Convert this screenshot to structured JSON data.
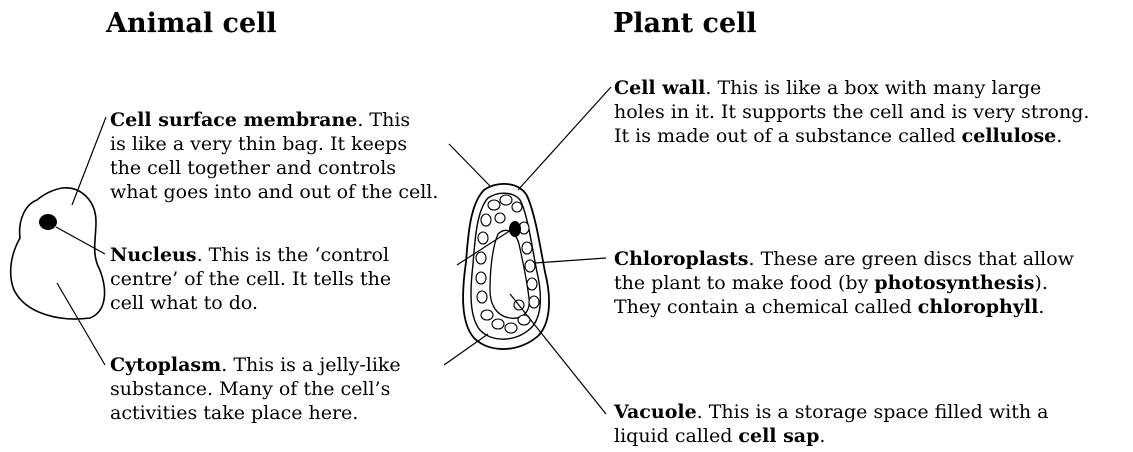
{
  "headings": {
    "animal": "Animal cell",
    "plant": "Plant cell"
  },
  "animal_labels": {
    "membrane": {
      "term": "Cell surface membrane",
      "line1_rest": ". This",
      "line2": "is like a very thin bag. It keeps",
      "line3": "the cell together and controls",
      "line4": "what goes into and out of the cell."
    },
    "nucleus": {
      "term": "Nucleus",
      "line1_rest": ". This is the ‘control",
      "line2": "centre’ of the cell. It tells the",
      "line3": "cell what to do."
    },
    "cytoplasm": {
      "term": "Cytoplasm",
      "line1_rest": ". This is a jelly-like",
      "line2": "substance. Many of the cell’s",
      "line3": "activities take place here."
    }
  },
  "plant_labels": {
    "wall": {
      "term": "Cell wall",
      "line1_rest": ". This is like a box with many large",
      "line2": "holes in it. It supports the cell and is very strong.",
      "line3_pre": "It is made out of a substance called ",
      "line3_term": "cellulose",
      "line3_post": "."
    },
    "chloroplasts": {
      "term": "Chloroplasts",
      "line1_rest": ". These are green discs that allow",
      "line2_pre": "the plant to make food (by ",
      "line2_term": "photosynthesis",
      "line2_post": ").",
      "line3_pre": "They contain a chemical called ",
      "line3_term": "chlorophyll",
      "line3_post": "."
    },
    "vacuole": {
      "term": "Vacuole",
      "line1_rest": ". This is a storage space filled with a",
      "line2_pre": "liquid called ",
      "line2_term": "cell sap",
      "line2_post": "."
    }
  }
}
